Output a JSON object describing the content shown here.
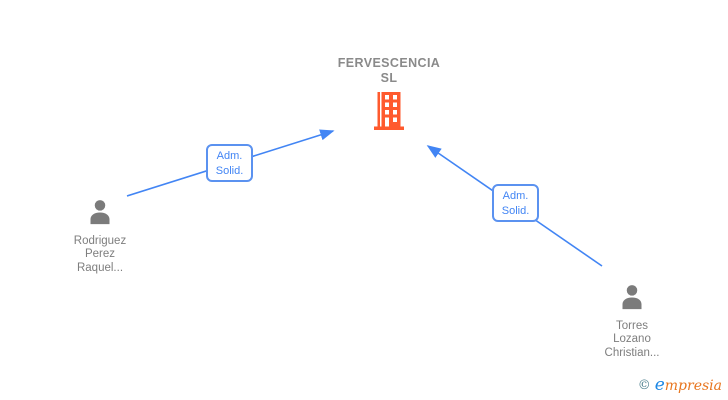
{
  "company": {
    "name_lines": [
      "FERVESCENCIA",
      "SL"
    ],
    "icon": "building-icon",
    "accent_color": "#FF5A2E"
  },
  "people": [
    {
      "name_lines": [
        "Rodriguez",
        "Perez",
        "Raquel..."
      ]
    },
    {
      "name_lines": [
        "Torres",
        "Lozano",
        "Christian..."
      ]
    }
  ],
  "edges": [
    {
      "label_lines": [
        "Adm.",
        "Solid."
      ],
      "from": "Rodriguez Perez Raquel...",
      "to": "FERVESCENCIA SL"
    },
    {
      "label_lines": [
        "Adm.",
        "Solid."
      ],
      "from": "Torres Lozano Christian...",
      "to": "FERVESCENCIA SL"
    }
  ],
  "colors": {
    "edge_blue": "#4285F4",
    "node_gray": "#7b7b7b",
    "building_orange": "#FF5A2E"
  },
  "watermark": {
    "copyright_symbol": "©",
    "brand_initial": "e",
    "brand_rest": "mpresia"
  }
}
